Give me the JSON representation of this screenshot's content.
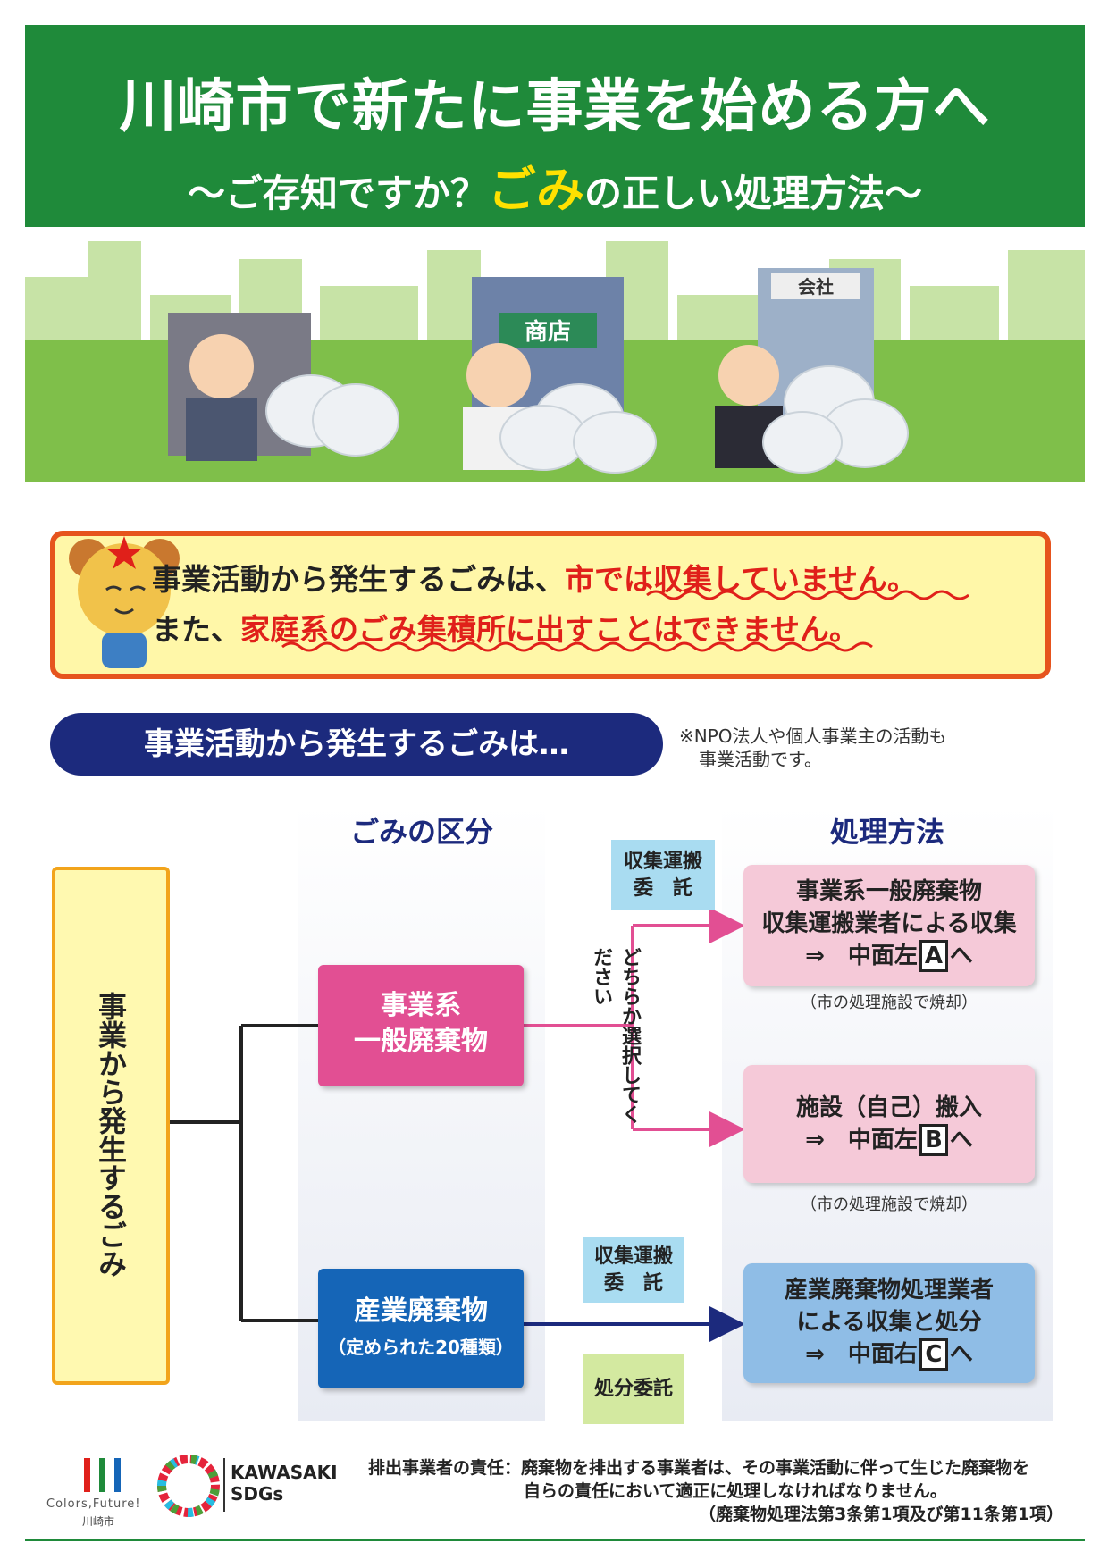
{
  "header": {
    "title": "川崎市で新たに事業を始める方へ",
    "subtitle_pre": "～ご存知ですか？",
    "subtitle_highlight": "ごみ",
    "subtitle_post": "の正しい処理方法～"
  },
  "illustration": {
    "sign_store": "商店",
    "sign_company": "会社"
  },
  "notice": {
    "line1_pre": "事業活動から発生するごみは、",
    "line1_emph": "市では収集していません。",
    "line2_pre": "また、",
    "line2_emph": "家庭系のごみ集積所に出すことはできません。"
  },
  "section": {
    "pill": "事業活動から発生するごみは…",
    "note_line1": "※NPO法人や個人事業主の活動も",
    "note_line2": "事業活動です。"
  },
  "flow": {
    "col1_head": "ごみの区分",
    "col2_head": "処理方法",
    "source": "事業から発生するごみ",
    "cat1_line1": "事業系",
    "cat1_line2": "一般廃棄物",
    "cat2_line1": "産業廃棄物",
    "cat2_line2": "（定められた20種類）",
    "tag_collect_a_1": "収集運搬",
    "tag_collect_a_2": "委　託",
    "tag_collect_b_1": "収集運搬",
    "tag_collect_b_2": "委　託",
    "tag_dispose": "処分委託",
    "choose": "どちらか選択してください",
    "res1_line1": "事業系一般廃棄物",
    "res1_line2": "収集運搬業者による収集",
    "res1_arrow": "⇒　中面左",
    "res1_key": "A",
    "res1_to": "へ",
    "res1_caption": "（市の処理施設で焼却）",
    "res2_line1": "施設（自己）搬入",
    "res2_arrow": "⇒　中面左",
    "res2_key": "B",
    "res2_to": "へ",
    "res2_caption": "（市の処理施設で焼却）",
    "res3_line1": "産業廃棄物処理業者",
    "res3_line2": "による収集と処分",
    "res3_arrow": "⇒　中面右",
    "res3_key": "C",
    "res3_to": "へ"
  },
  "footer": {
    "line1": "排出事業者の責任：廃棄物を排出する事業者は、その事業活動に伴って生じた廃棄物を",
    "line2": "自らの責任において適正に処理しなければなりません。",
    "line3": "（廃棄物処理法第3条第1項及び第11条第1項）",
    "logo_tagline": "Colors,Future!",
    "logo_city": "川崎市",
    "sdgs_line1": "KAWASAKI",
    "sdgs_line2": "SDGs"
  },
  "colors": {
    "header_green": "#1f8a3a",
    "navy": "#1c2a7d",
    "pink": "#e24f93",
    "blue": "#1565b7",
    "red": "#e0201a"
  }
}
